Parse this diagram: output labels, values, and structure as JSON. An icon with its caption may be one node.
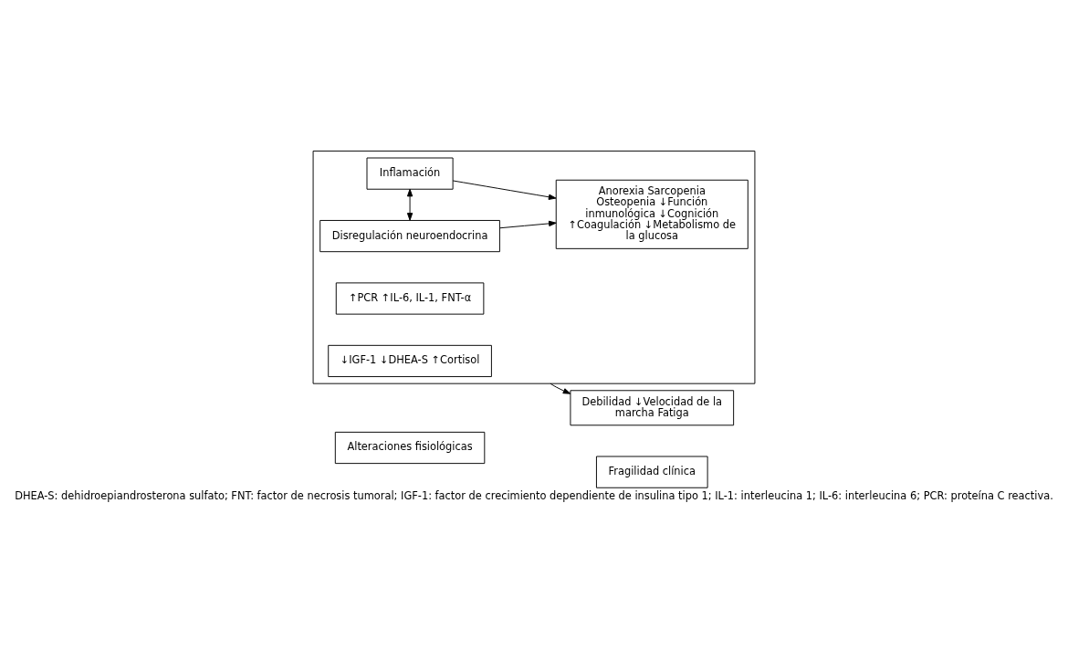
{
  "diagram": {
    "caption": "DHEA-S: dehidroepiandrosterona sulfato; FNT: factor de necrosis tumoral; IGF-1: factor de crecimiento dependiente de insulina tipo 1; IL-1: interleucina 1; IL-6: interleucina 6; PCR: proteína C reactiva.",
    "nodes": [
      {
        "text": [
          "Alteraciones fisiológicas"
        ]
      },
      {
        "text": [
          "Fragilidad clínica"
        ]
      },
      {
        "text": [],
        "shape": "box"
      },
      {
        "text": [
          "↑PCR ↑IL-6, IL-1, FNT-α"
        ],
        "in": 2
      },
      {
        "text": [
          "Inflamación"
        ],
        "in": 2
      },
      {
        "text": [
          "Disregulación neuroendocrina"
        ],
        "in": 2
      },
      {
        "text": [
          "Anorexia Sarcopenia Osteopenia ↓Función inmunológica ↓Cognición ↑Coagulación ↓Metabolismo de la glucosa"
        ],
        "in": 2
      },
      {
        "text": [
          "↓IGF-1 ↓DHEA-S ↑Cortisol"
        ],
        "in": 2
      },
      {
        "text": [
          "Debilidad ↓Velocidad de la marcha Fatiga"
        ]
      }
    ],
    "edges": [
      {
        "from": 4,
        "to": 5,
        "arrow": "both"
      },
      {
        "from": 4,
        "to": 6,
        "arrow": "to"
      },
      {
        "from": 5,
        "to": 6,
        "arrow": "to"
      },
      {
        "from": 2,
        "to": 8,
        "arrow": "to"
      }
    ]
  }
}
